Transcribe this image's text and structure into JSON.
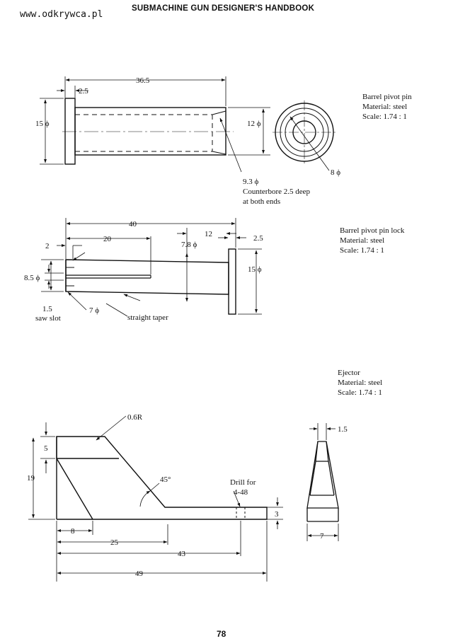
{
  "header": {
    "site": "www.odkrywca.pl",
    "title": "SUBMACHINE GUN DESIGNER'S HANDBOOK",
    "page_number": "78"
  },
  "parts": {
    "pin": {
      "name": "Barrel pivot pin",
      "material": "Material: steel",
      "scale": "Scale: 1.74 : 1",
      "dims": {
        "length": "36.5",
        "head": "2.5",
        "head_dia": "15 ϕ",
        "shaft_dia": "12 ϕ",
        "bore_dia": "8 ϕ",
        "cbore_dia": "9.3 ϕ",
        "cbore_note_1": "Counterbore 2.5 deep",
        "cbore_note_2": "at both ends"
      }
    },
    "lock": {
      "name": "Barrel pivot pin lock",
      "material": "Material: steel",
      "scale": "Scale: 1.74 : 1",
      "dims": {
        "length": "40",
        "slot_len": "20",
        "taper_len": "12",
        "head": "2.5",
        "lip": "2",
        "dia_a": "7.8 ϕ",
        "head_dia": "15 ϕ",
        "body_dia": "8.5 ϕ",
        "slot_w": "1.5",
        "slot_label": "saw slot",
        "tip_dia": "7 ϕ",
        "taper_note": "straight taper"
      }
    },
    "ejector": {
      "name": "Ejector",
      "material": "Material: steel",
      "scale": "Scale: 1.74 : 1",
      "dims": {
        "radius": "0.6R",
        "angle": "45°",
        "top": "5",
        "height": "19",
        "drill_1": "Drill for",
        "drill_2": "4-48",
        "thick": "3",
        "d8": "8",
        "d25": "25",
        "d43": "43",
        "d49": "49",
        "tip_w": "1.5",
        "base_w": "7"
      }
    }
  }
}
